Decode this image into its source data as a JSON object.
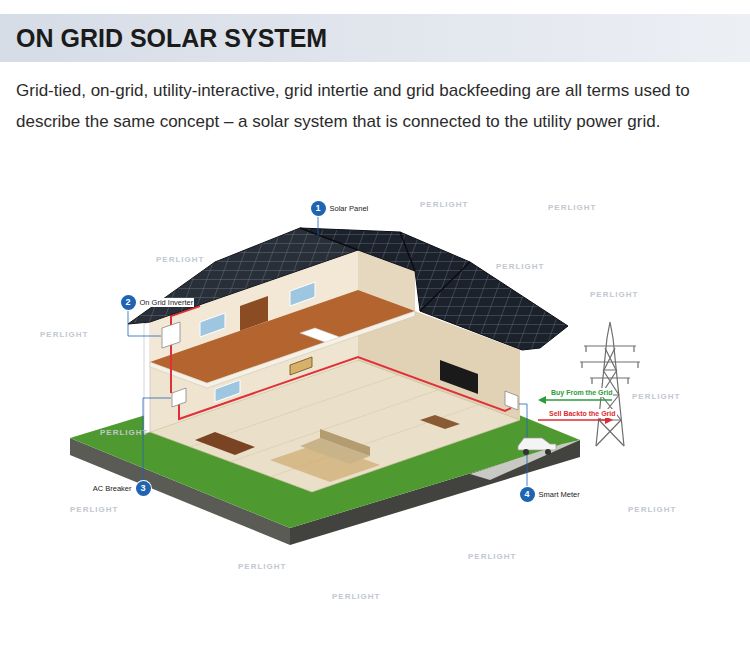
{
  "diagram": {
    "title": "ON GRID SOLAR SYSTEM",
    "caption": "Grid-tied, on-grid, utility-interactive, grid intertie and grid backfeeding are all terms used to describe the same concept – a solar system that is connected to the utility power grid.",
    "nodes": [
      {
        "text": [
          "1",
          "Solar Panel"
        ]
      },
      {
        "text": [
          "2",
          "On Grid Inverter"
        ]
      },
      {
        "text": [
          "3",
          "AC Breaker"
        ]
      },
      {
        "text": [
          "4",
          "Smart Meter"
        ]
      }
    ],
    "labels": [
      "Buy From the Grid",
      "Sell Backto the Grid",
      "PERLIGHT",
      "PERLIGHT",
      "PERLIGHT",
      "PERLIGHT",
      "PERLIGHT",
      "PERLIGHT",
      "PERLIGHT",
      "PERLIGHT",
      "PERLIGHT",
      "PERLIGHT",
      "PERLIGHT",
      "PERLIGHT",
      "PERLIGHT"
    ]
  }
}
